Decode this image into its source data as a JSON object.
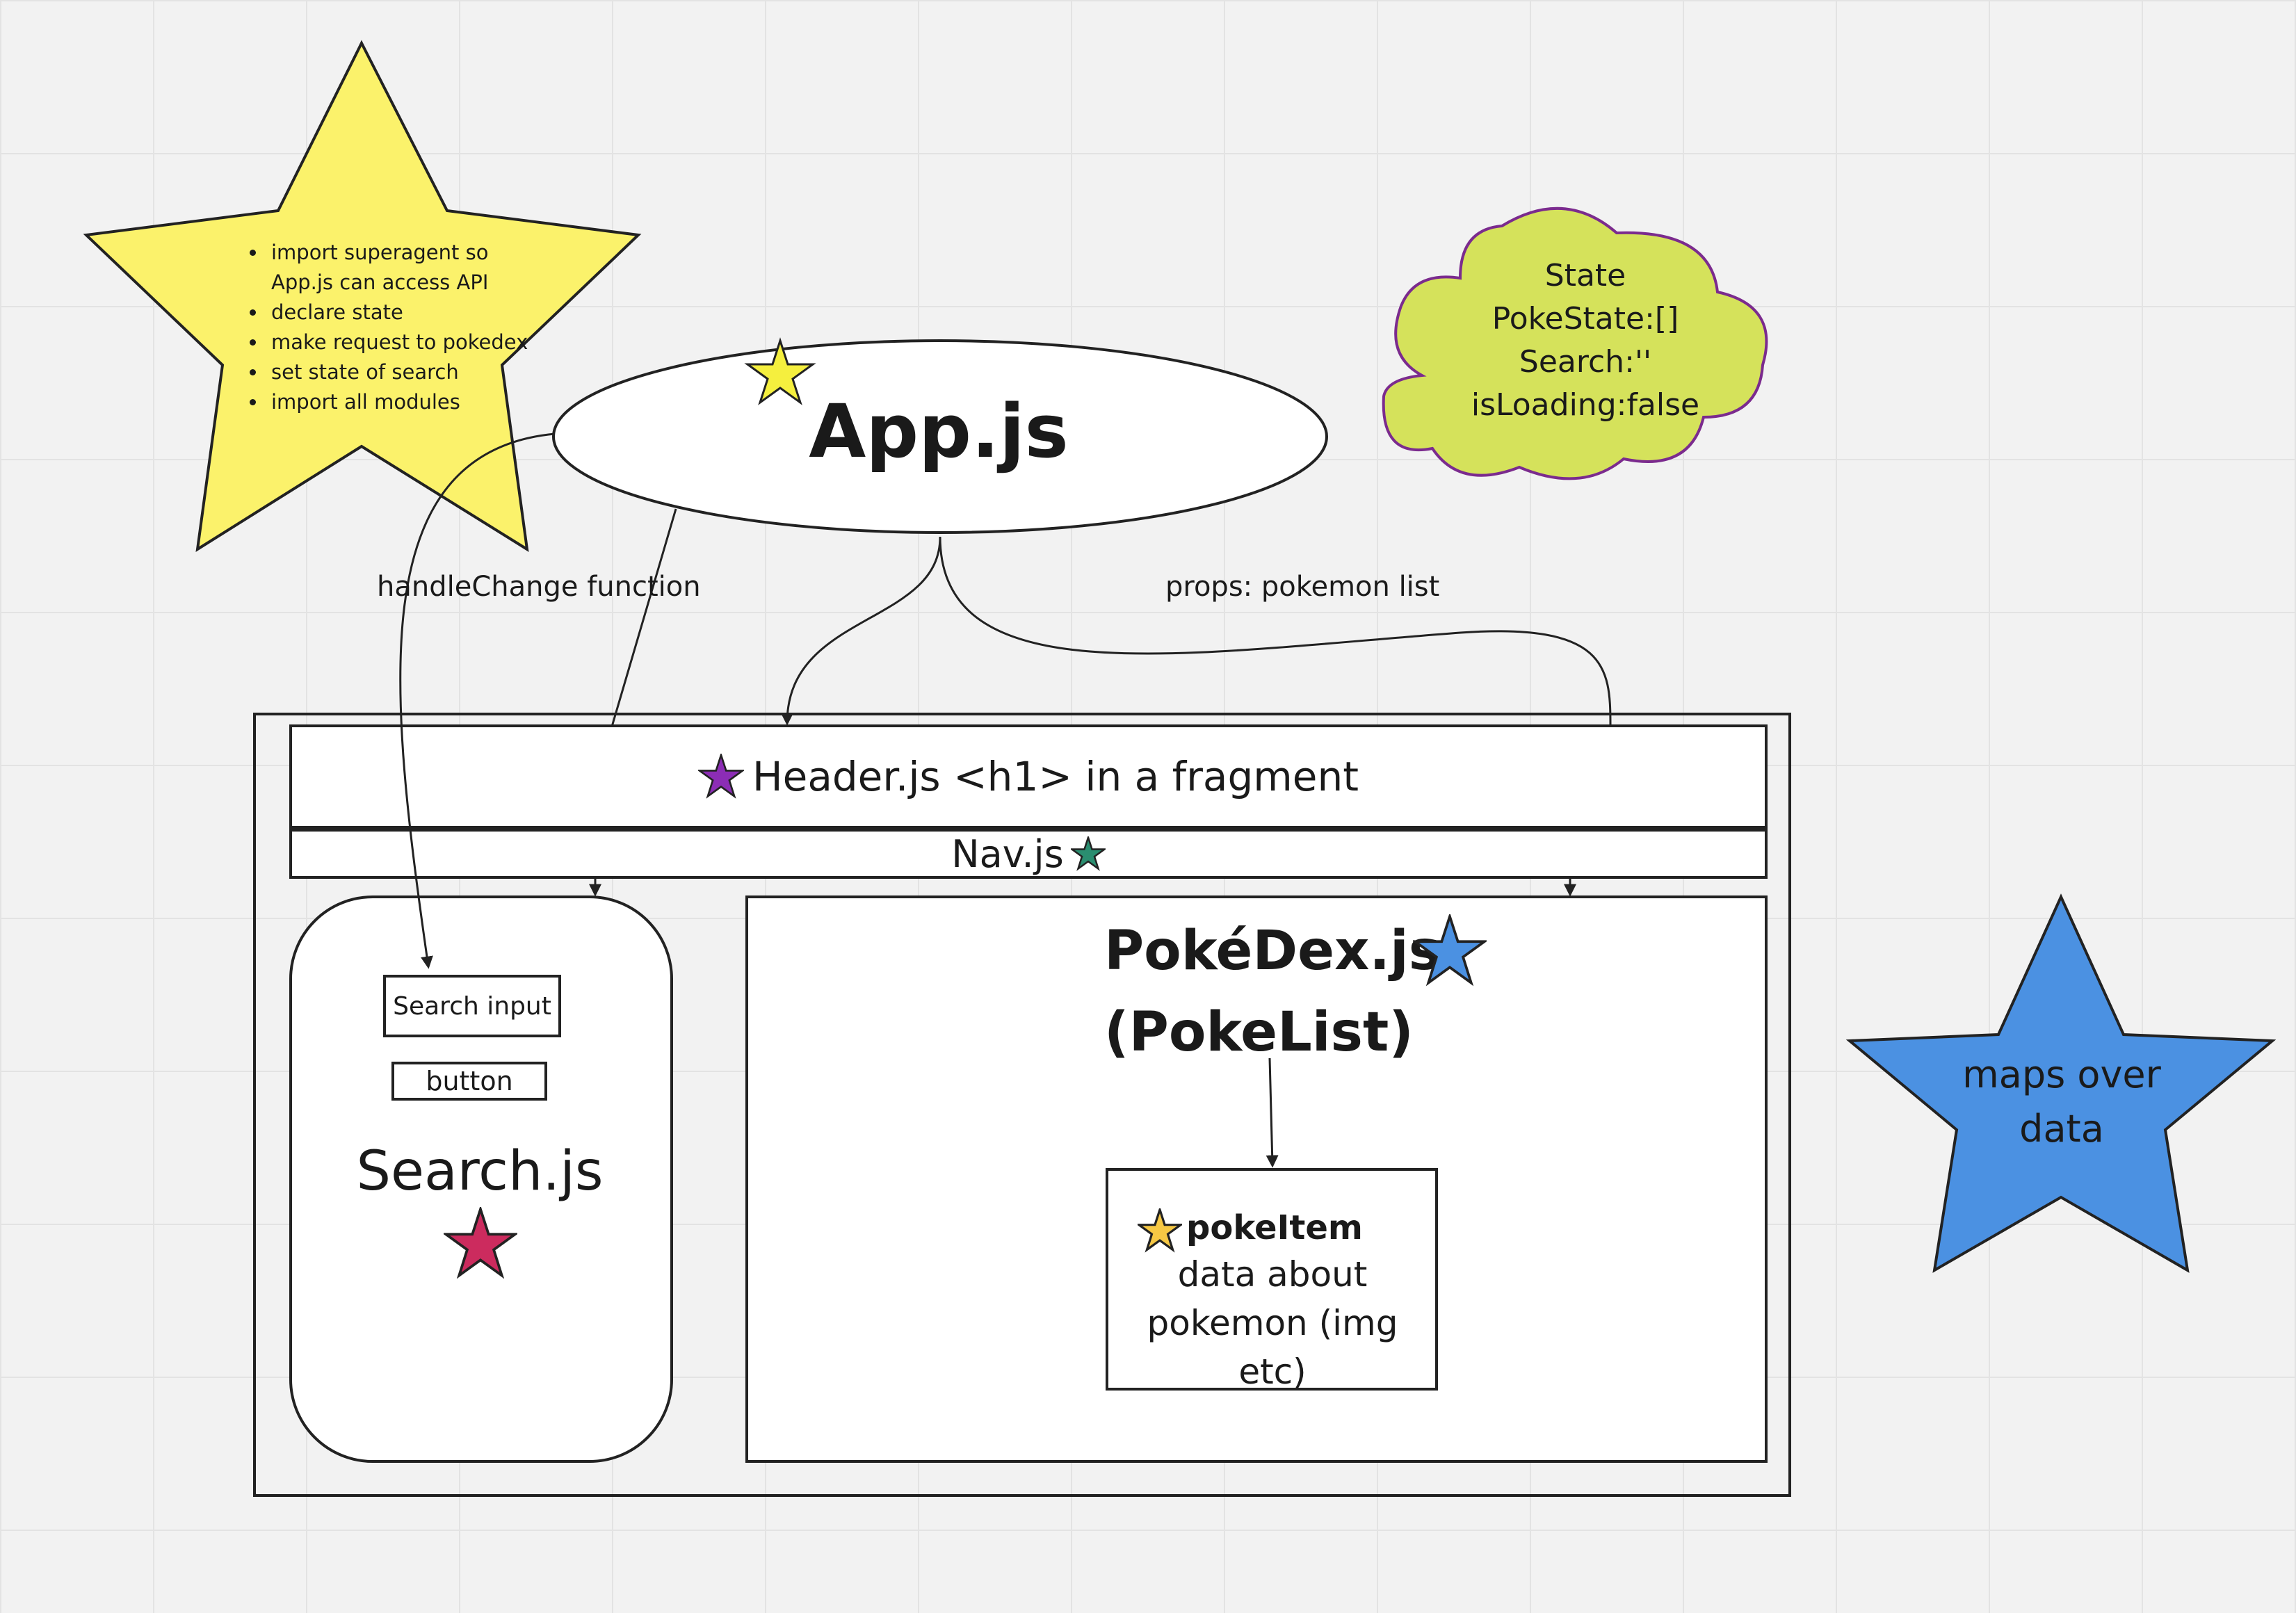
{
  "app": {
    "title": "App.js",
    "notes": [
      "import superagent so App.js can access API",
      "declare state",
      "make request to pokedex",
      "set state of search",
      "import all modules"
    ]
  },
  "state_cloud": {
    "lines": [
      "State",
      "PokeState:[]",
      "Search:''",
      "isLoading:false"
    ]
  },
  "edges": {
    "handle_change": "handleChange function",
    "props_list": "props: pokemon list"
  },
  "header": {
    "label": "Header.js <h1> in a fragment"
  },
  "nav": {
    "label": "Nav.js"
  },
  "search": {
    "input_label": "Search input",
    "button_label": "button",
    "title": "Search.js"
  },
  "pokedex": {
    "title": "PokéDex.js",
    "subtitle": "(PokeList)"
  },
  "poke_item": {
    "title": "pokeItem",
    "desc_line1": "data about",
    "desc_line2": "pokemon (img etc)"
  },
  "blue_star": {
    "line1": "maps over",
    "line2": "data"
  },
  "colors": {
    "yellow_star": "#fbf26b",
    "cloud_fill": "#d5e25b",
    "cloud_stroke": "#7b2b8e",
    "blue_star": "#4b91e2",
    "purple_star": "#8c2db5",
    "teal_star": "#2a8e70",
    "crimson_star": "#cc2b5e",
    "gold_star": "#f6c844"
  }
}
